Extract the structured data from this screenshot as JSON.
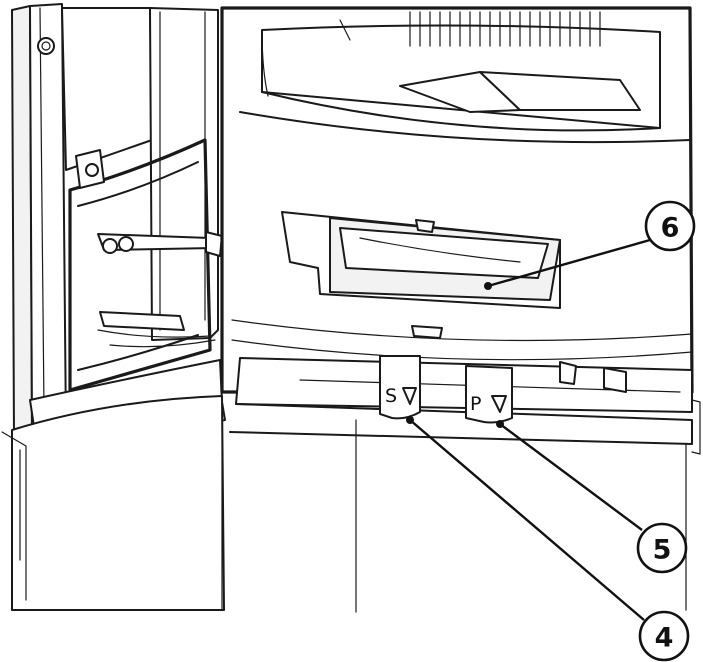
{
  "callouts": [
    {
      "id": "c6",
      "label": "6"
    },
    {
      "id": "c5",
      "label": "5"
    },
    {
      "id": "c4",
      "label": "4"
    }
  ],
  "tabs": {
    "s_letter": "S",
    "p_letter": "P"
  }
}
